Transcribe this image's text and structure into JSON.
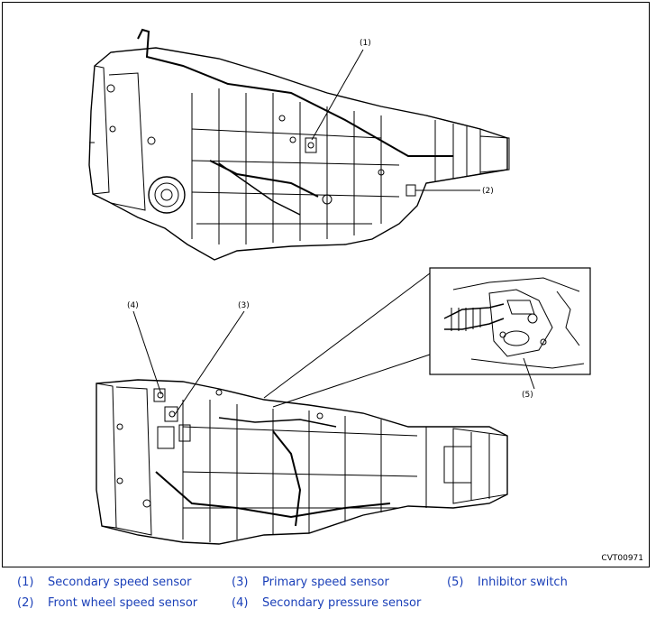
{
  "figure": {
    "code": "CVT00971",
    "callouts": [
      {
        "id": "1",
        "label": "(1)"
      },
      {
        "id": "2",
        "label": "(2)"
      },
      {
        "id": "3",
        "label": "(3)"
      },
      {
        "id": "4",
        "label": "(4)"
      },
      {
        "id": "5",
        "label": "(5)"
      }
    ]
  },
  "legend": [
    {
      "num": "(1)",
      "text": "Secondary speed sensor"
    },
    {
      "num": "(2)",
      "text": "Front wheel speed sensor"
    },
    {
      "num": "(3)",
      "text": "Primary speed sensor"
    },
    {
      "num": "(4)",
      "text": "Secondary pressure sensor"
    },
    {
      "num": "(5)",
      "text": "Inhibitor switch"
    }
  ],
  "colors": {
    "legend_text": "#1a3fb8",
    "line_art": "#000000"
  }
}
